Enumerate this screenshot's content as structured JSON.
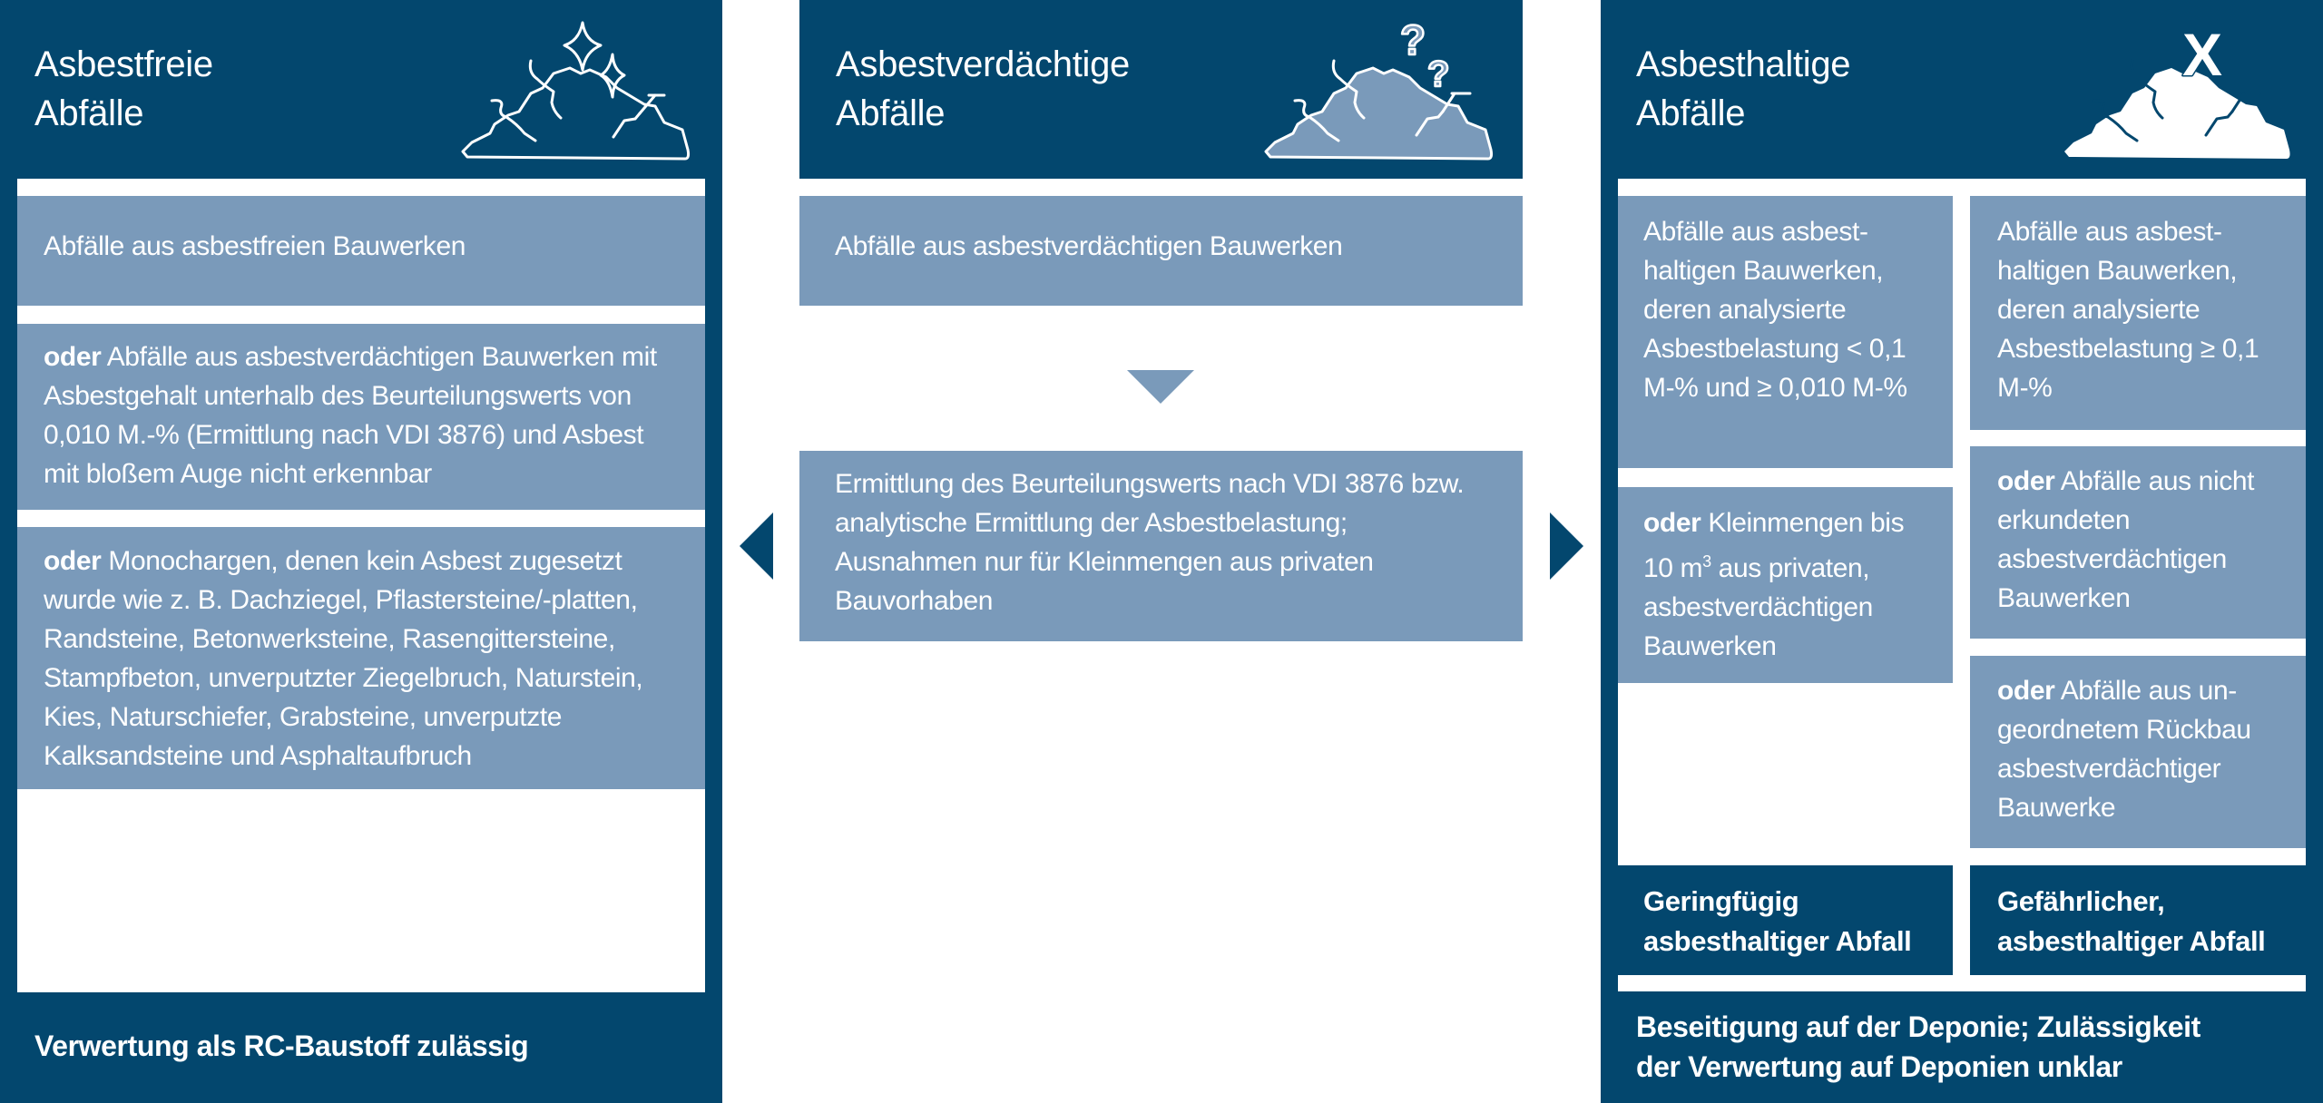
{
  "colors": {
    "dark_blue": "#03476e",
    "mid_blue": "#7a9aba",
    "white": "#ffffff"
  },
  "columns": [
    {
      "title_line1": "Asbestfreie",
      "title_line2": "Abfälle",
      "icon": "rubble-pile-sparkle-icon",
      "boxes": [
        {
          "prefix": "",
          "text": "Abfälle aus asbestfreien Bauwerken"
        },
        {
          "prefix": "oder",
          "text": " Abfälle aus asbestverdächtigen Bauwerken mit Asbestgehalt unterhalb des Beurteilungswerts von 0,010 M.-% (Ermittlung nach VDI 3876) und Asbest mit bloßem Auge nicht erkennbar"
        },
        {
          "prefix": "oder",
          "text": " Monochargen, denen kein Asbest zugesetzt wurde wie z. B. Dachziegel, Pflastersteine/-platten, Randsteine, Betonwerksteine, Rasengittersteine, Stampfbeton, unverputzter Ziegelbruch, Naturstein, Kies, Naturschiefer, Grabsteine, unverputzte Kalksandsteine und Asphaltaufbruch"
        }
      ],
      "footer": "Verwertung als RC-Baustoff zulässig"
    },
    {
      "title_line1": "Asbestverdächtige",
      "title_line2": "Abfälle",
      "icon": "rubble-pile-question-icon",
      "boxes": [
        {
          "prefix": "",
          "text": "Abfälle aus asbestverdächtigen Bauwerken"
        },
        {
          "prefix": "",
          "text": "Ermittlung des Beurteilungswerts nach VDI 3876 bzw. analytische Ermittlung der Asbestbelastung; Ausnahmen nur für Kleinmengen aus privaten Bauvorhaben"
        }
      ]
    },
    {
      "title_line1": "Asbesthaltige",
      "title_line2": "Abfälle",
      "icon": "rubble-pile-x-icon",
      "icon_mark": "X",
      "left_boxes": [
        {
          "prefix": "",
          "text": "Abfälle aus asbest-haltigen Bauwerken, deren analysierte Asbestbelastung < 0,1 M-% und ≥ 0,010 M-%"
        },
        {
          "prefix": "oder",
          "text_before_sup": " Kleinmengen bis 10 m",
          "sup": "3",
          "text_after_sup": " aus privaten, asbestverdächtigen Bauwerken"
        }
      ],
      "right_boxes": [
        {
          "prefix": "",
          "text": "Abfälle aus asbest-haltigen Bauwerken, deren analysierte Asbestbelastung ≥ 0,1 M-%"
        },
        {
          "prefix": "oder",
          "text": " Abfälle aus nicht erkundeten asbestverdächtigen Bauwerken"
        },
        {
          "prefix": "oder",
          "text": " Abfälle aus un-geordnetem Rückbau asbestverdächtiger Bauwerke"
        }
      ],
      "category_left": "Geringfügig asbesthaltiger Abfall",
      "category_right": "Gefährlicher, asbesthaltiger Abfall",
      "footer_line1": "Beseitigung auf der Deponie; Zulässigkeit",
      "footer_line2": "der Verwertung auf Deponien unklar"
    }
  ]
}
